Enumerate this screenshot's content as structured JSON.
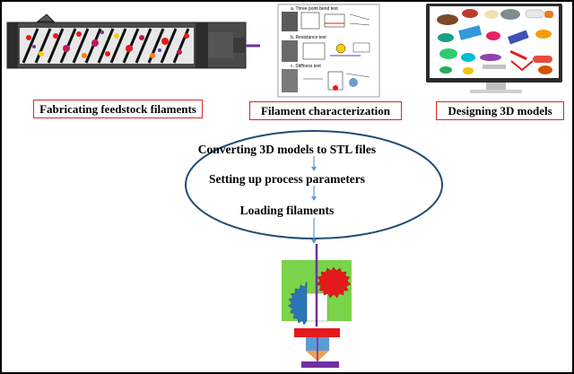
{
  "top_labels": {
    "fabricating": "Fabricating feedstock filaments",
    "characterization": "Filament characterization",
    "designing": "Designing 3D models"
  },
  "process_steps": [
    "Converting 3D models to STL files",
    "Setting up process parameters",
    "Loading filaments"
  ],
  "test_panel": {
    "panel_a": "a. Three point bend test",
    "panel_b": "b. Resistance test",
    "panel_c": "c. Stiffness test"
  },
  "colors": {
    "label_border": "#d9262b",
    "ellipse_stroke": "#1f4e79",
    "arrow": "#5b9bd5",
    "filament": "#7030a0",
    "printer_body": "#7ad34a",
    "gear_left": "#2e75b6",
    "gear_right": "#e6191c",
    "heater_block": "#e6191c",
    "nozzle": "#5b9bd5",
    "build_plate": "#7030a0"
  }
}
